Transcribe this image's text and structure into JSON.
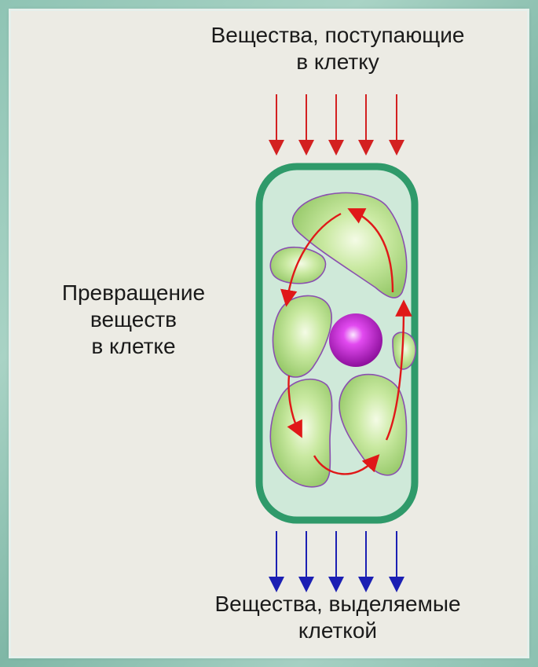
{
  "labels": {
    "top_line1": "Вещества, поступающие",
    "top_line2": "в клетку",
    "side_line1": "Превращение",
    "side_line2": "веществ",
    "side_line3": "в клетке",
    "bottom_line1": "Вещества, выделяемые",
    "bottom_line2": "клеткой"
  },
  "colors": {
    "incoming_arrows": "#d32020",
    "outgoing_arrows": "#1b1fb3",
    "cell_wall": "#2f9a6a",
    "cytoplasm": "#cfe9d9",
    "chloroplast": "#b7e08e",
    "nucleus": "#c21ed0",
    "cyclosis_arrows": "#e01818"
  }
}
